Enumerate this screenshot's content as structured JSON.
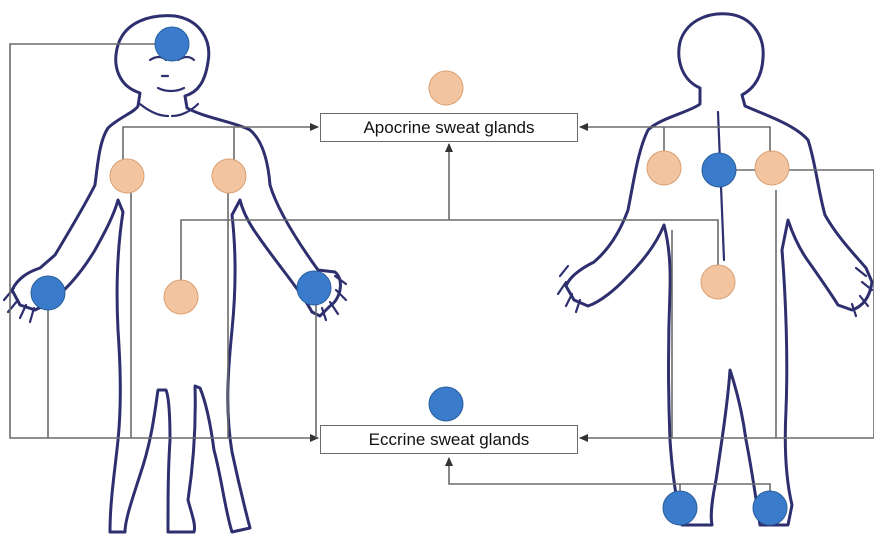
{
  "labels": {
    "apocrine": "Apocrine sweat glands",
    "eccrine": "Eccrine sweat glands"
  },
  "legend_markers": {
    "apocrine": "apocrine-gland-dot",
    "eccrine": "eccrine-gland-dot"
  },
  "colors": {
    "apocrine": "#f2c5a0",
    "eccrine": "#3a7ccb",
    "outline": "#2d2f6e",
    "connector": "#6b6b6b"
  }
}
